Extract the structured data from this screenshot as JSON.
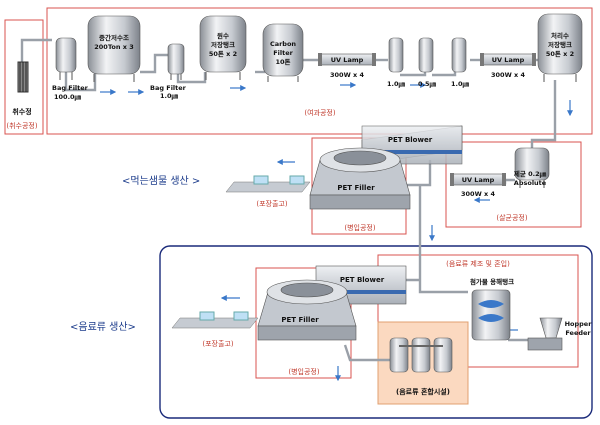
{
  "water_intake": {
    "label": "취수정",
    "stage": "(취수공정)"
  },
  "bag_filter_1": {
    "name": "Bag Filter",
    "spec": "100.0㎛"
  },
  "mid_storage_tank": {
    "name": "중간저수조",
    "spec": "200Ton x 3"
  },
  "bag_filter_2": {
    "name": "Bag Filter",
    "spec": "1.0㎛"
  },
  "raw_water_tank": {
    "name": "원수",
    "name2": "저장탱크",
    "spec": "50톤 x 2"
  },
  "carbon_filter": {
    "name": "Carbon",
    "name2": "Filter",
    "spec": "10톤"
  },
  "uv_lamp_1": {
    "name": "UV Lamp",
    "spec": "300W x 4"
  },
  "micro_filters": [
    "1.0㎛",
    "0.5㎛",
    "1.0㎛"
  ],
  "uv_lamp_2": {
    "name": "UV Lamp",
    "spec": "300W x 4"
  },
  "treated_water_tank": {
    "name": "처리수",
    "name2": "저장탱크",
    "spec": "50톤 x 2"
  },
  "filtration_stage": "(여과공정)",
  "drinking_water_title": "<먹는샘물 생산 >",
  "pet_blower_1": "PET Blower",
  "pet_filler_1": "PET Filler",
  "packaging_1": "(포장출고)",
  "bottling_1": "(병입공정)",
  "absolute_filter": {
    "name": "제균 0.2㎛",
    "name2": "Absolute"
  },
  "uv_lamp_3": {
    "name": "UV Lamp",
    "spec": "300W x 4"
  },
  "sterilization_stage": "(살균공정)",
  "beverage_title": "<음료류 생산>",
  "beverage_mixing_stage": "(음료류 제조 및 혼입)",
  "additive_tank": "첨가물 용해탱크",
  "hopper_feeder": {
    "name": "Hopper",
    "name2": "Feeder"
  },
  "pet_blower_2": "PET Blower",
  "pet_filler_2": "PET Filler",
  "packaging_2": "(포장출고)",
  "bottling_2": "(병입공정)",
  "mixing_facility": "(음료류 혼합시설)",
  "colors": {
    "frame_red": "#d9534f",
    "frame_navy": "#1a2a7a",
    "pipe_blue": "#3a78c9",
    "mix_fill": "#fbd9c0"
  }
}
